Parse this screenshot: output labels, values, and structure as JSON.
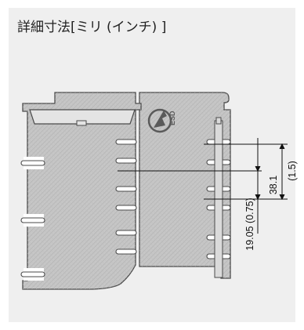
{
  "title": "詳細寸法[ミリ (インチ) ]",
  "esd_label": "ESD",
  "dimensions": {
    "pitch_mm": "38.1",
    "pitch_in": "(1.5)",
    "half_pitch": "19.05 (0.75)"
  },
  "colors": {
    "panel_bg": "#efefef",
    "part_fill": "#c9c9c9",
    "part_outline": "#4a4a4a",
    "dimension_line": "#111111"
  }
}
